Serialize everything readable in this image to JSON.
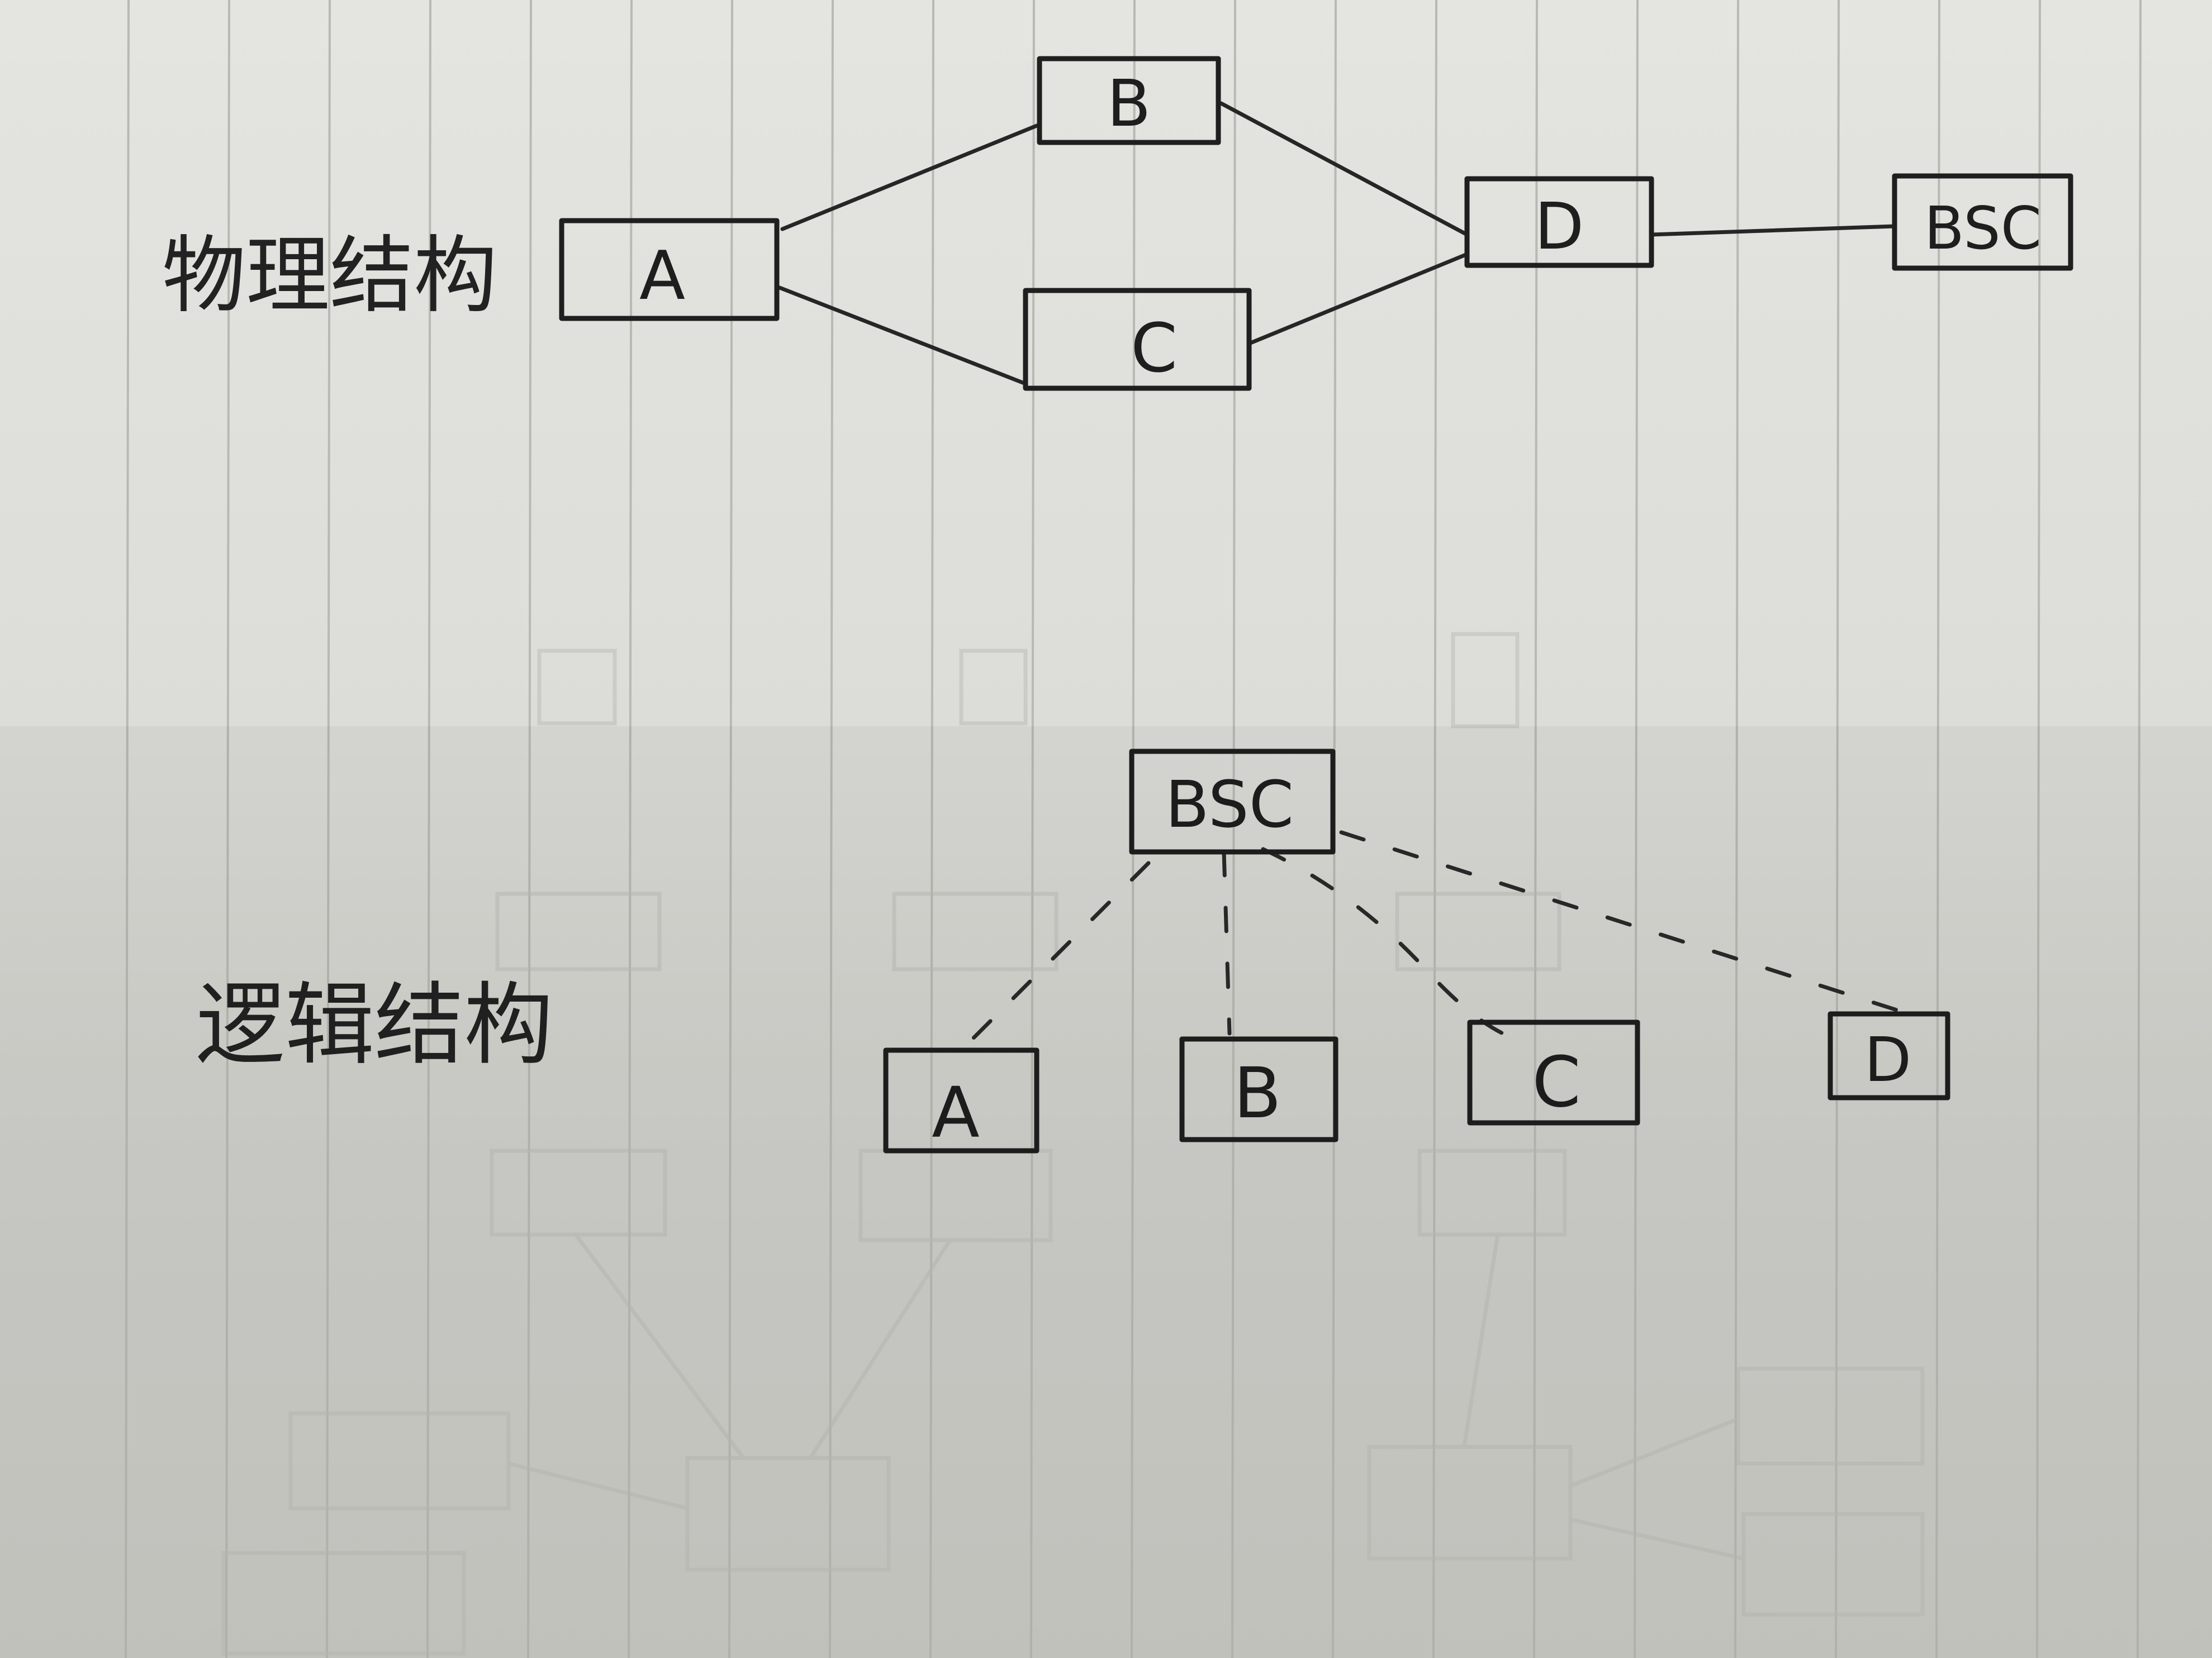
{
  "sections": {
    "physical": {
      "heading": "物理结构",
      "nodes": {
        "a": "A",
        "b": "B",
        "c": "C",
        "d": "D",
        "bsc": "BSC"
      },
      "edges": [
        {
          "from": "A",
          "to": "B",
          "style": "solid"
        },
        {
          "from": "A",
          "to": "C",
          "style": "solid"
        },
        {
          "from": "B",
          "to": "D",
          "style": "solid"
        },
        {
          "from": "C",
          "to": "D",
          "style": "solid"
        },
        {
          "from": "D",
          "to": "BSC",
          "style": "solid"
        }
      ]
    },
    "logical": {
      "heading": "逻辑结构",
      "nodes": {
        "bsc": "BSC",
        "a": "A",
        "b": "B",
        "c": "C",
        "d": "D"
      },
      "edges": [
        {
          "from": "BSC",
          "to": "A",
          "style": "dashed"
        },
        {
          "from": "BSC",
          "to": "B",
          "style": "dashed"
        },
        {
          "from": "BSC",
          "to": "C",
          "style": "dashed"
        },
        {
          "from": "BSC",
          "to": "D",
          "style": "dashed"
        }
      ]
    }
  },
  "colors": {
    "paper": "#dcdcd8",
    "ink": "#1f1f1f",
    "rule": "#b9b9b4",
    "bleed_through": "#c2c2bd"
  }
}
